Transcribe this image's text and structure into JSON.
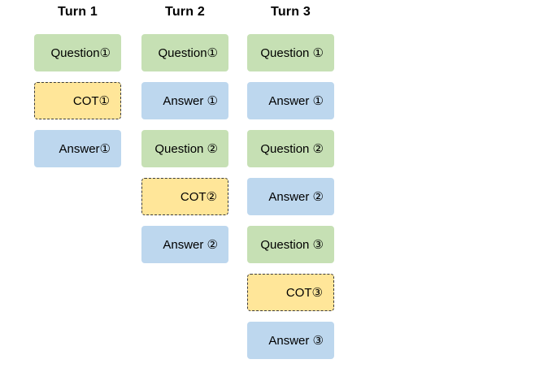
{
  "figure": {
    "colors": {
      "background": "#FFFFFF",
      "text": "#000000",
      "question_fill": "#C6E0B4",
      "answer_fill": "#BDD7EE",
      "cot_fill": "#FFE699",
      "cot_border": "#3B3B3B"
    },
    "columns": [
      {
        "title": "Turn 1",
        "boxes": [
          {
            "label": "Question①",
            "type": "question"
          },
          {
            "label": "COT①",
            "type": "cot"
          },
          {
            "label": "Answer①",
            "type": "answer"
          }
        ]
      },
      {
        "title": "Turn 2",
        "boxes": [
          {
            "label": "Question①",
            "type": "question"
          },
          {
            "label": "Answer ①",
            "type": "answer"
          },
          {
            "label": "Question ②",
            "type": "question"
          },
          {
            "label": "COT②",
            "type": "cot"
          },
          {
            "label": "Answer ②",
            "type": "answer"
          }
        ]
      },
      {
        "title": "Turn 3",
        "boxes": [
          {
            "label": "Question ①",
            "type": "question"
          },
          {
            "label": "Answer ①",
            "type": "answer"
          },
          {
            "label": "Question ②",
            "type": "question"
          },
          {
            "label": "Answer ②",
            "type": "answer"
          },
          {
            "label": "Question ③",
            "type": "question"
          },
          {
            "label": "COT③",
            "type": "cot"
          },
          {
            "label": "Answer ③",
            "type": "answer"
          }
        ]
      }
    ]
  }
}
